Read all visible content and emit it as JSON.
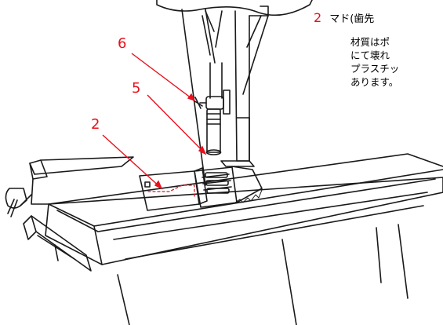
{
  "heading": {
    "number": "2",
    "text": "マド(歯先"
  },
  "description": {
    "lines": [
      "材質はポ",
      "にて壊れ",
      "プラスチッ",
      "あります。"
    ]
  },
  "callouts": {
    "six": "6",
    "five": "5",
    "two": "2"
  },
  "colors": {
    "callout": "#e8101c",
    "line_art": "#1a1a1a"
  }
}
